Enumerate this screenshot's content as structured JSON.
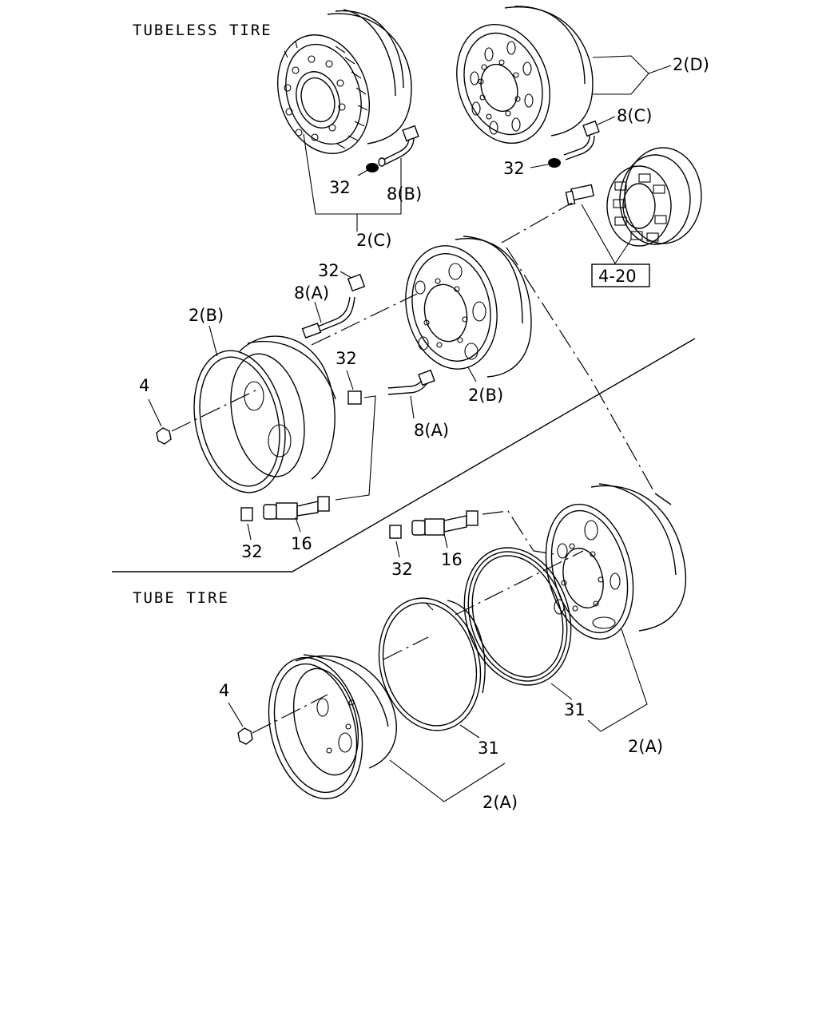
{
  "sections": {
    "tubeless_title": "TUBELESS TIRE",
    "tube_title": "TUBE TIRE"
  },
  "callouts": {
    "c_2D": "2(D)",
    "c_8C": "8(C)",
    "c_32_tr": "32",
    "c_32_tl": "32",
    "c_8B": "8(B)",
    "c_2C": "2(C)",
    "c_4_20": "4-20",
    "c_32_ma": "32",
    "c_8A_top": "8(A)",
    "c_2B_left": "2(B)",
    "c_32_mb": "32",
    "c_4_top": "4",
    "c_2B_right": "2(B)",
    "c_8A_mid": "8(A)",
    "c_32_ml": "32",
    "c_16_l": "16",
    "c_32_mr": "32",
    "c_16_r": "16",
    "c_4_bot": "4",
    "c_31_r": "31",
    "c_2A_r": "2(A)",
    "c_31_l": "31",
    "c_2A_l": "2(A)"
  }
}
